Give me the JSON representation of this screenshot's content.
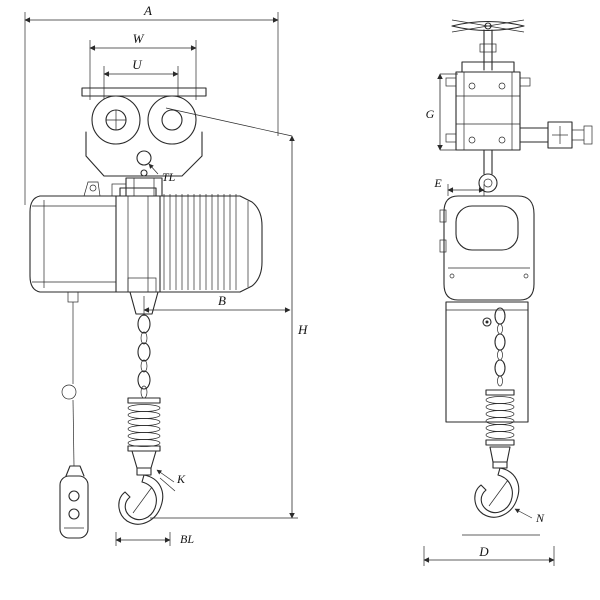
{
  "colors": {
    "line": "#2a2a2a",
    "background": "#ffffff"
  },
  "labels": {
    "A": "A",
    "W": "W",
    "U": "U",
    "TL": "TL",
    "B": "B",
    "H": "H",
    "K": "K",
    "BL": "BL",
    "G": "G",
    "E": "E",
    "N": "N",
    "D": "D"
  }
}
